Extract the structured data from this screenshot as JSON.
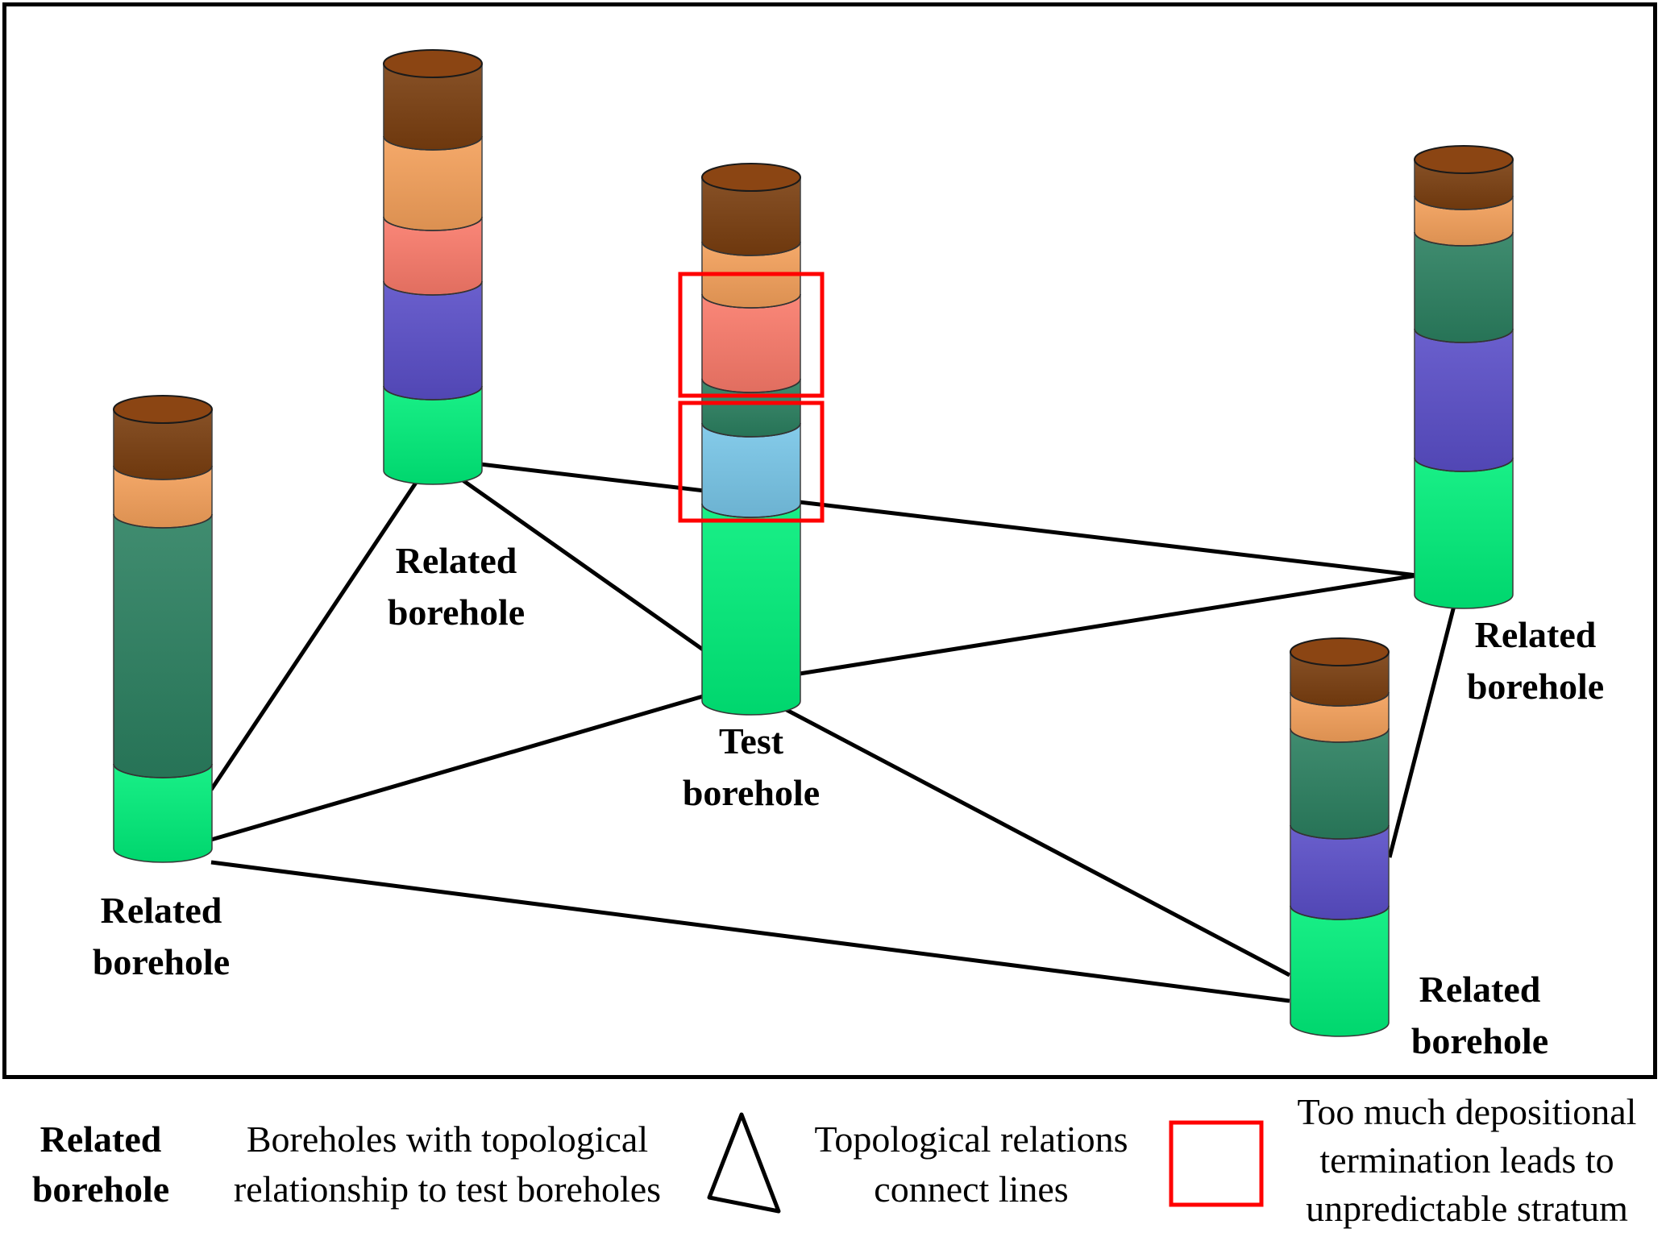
{
  "colors": {
    "topsoil": "#7a3e0f",
    "topsoil_top": "#8b4513",
    "sand": "#f4a05a",
    "clay": "#fa7a6a",
    "silt": "#2b8060",
    "limestone": "#5a4ec8",
    "gravel_blue": "#78c6e8",
    "bedrock": "#00ee7a",
    "highlight": "#ff0000",
    "line": "#000000"
  },
  "boreholes": [
    {
      "id": "related-top-left",
      "role": "related",
      "label": [
        "Related",
        "borehole"
      ],
      "layers": [
        {
          "stratum": "topsoil",
          "thickness": 90
        },
        {
          "stratum": "sand",
          "thickness": 100
        },
        {
          "stratum": "clay",
          "thickness": 80
        },
        {
          "stratum": "limestone",
          "thickness": 130
        },
        {
          "stratum": "bedrock",
          "thickness": 105
        }
      ]
    },
    {
      "id": "test",
      "role": "test",
      "label": [
        "Test",
        "borehole"
      ],
      "layers": [
        {
          "stratum": "topsoil",
          "thickness": 80
        },
        {
          "stratum": "sand",
          "thickness": 65
        },
        {
          "stratum": "clay",
          "thickness": 105
        },
        {
          "stratum": "silt",
          "thickness": 55
        },
        {
          "stratum": "gravel_blue",
          "thickness": 100
        },
        {
          "stratum": "bedrock",
          "thickness": 245
        }
      ],
      "highlighted_layers": [
        "clay",
        "gravel_blue"
      ]
    },
    {
      "id": "related-left",
      "role": "related",
      "label": [
        "Related",
        "borehole"
      ],
      "layers": [
        {
          "stratum": "topsoil",
          "thickness": 70
        },
        {
          "stratum": "sand",
          "thickness": 60
        },
        {
          "stratum": "silt",
          "thickness": 310
        },
        {
          "stratum": "bedrock",
          "thickness": 105
        }
      ]
    },
    {
      "id": "related-right",
      "role": "related",
      "label": [
        "Related",
        "borehole"
      ],
      "layers": [
        {
          "stratum": "topsoil",
          "thickness": 45
        },
        {
          "stratum": "sand",
          "thickness": 45
        },
        {
          "stratum": "silt",
          "thickness": 120
        },
        {
          "stratum": "limestone",
          "thickness": 160
        },
        {
          "stratum": "bedrock",
          "thickness": 170
        }
      ]
    },
    {
      "id": "related-bottom-right",
      "role": "related",
      "label": [
        "Related",
        "borehole"
      ],
      "layers": [
        {
          "stratum": "topsoil",
          "thickness": 50
        },
        {
          "stratum": "sand",
          "thickness": 45
        },
        {
          "stratum": "silt",
          "thickness": 120
        },
        {
          "stratum": "limestone",
          "thickness": 100
        },
        {
          "stratum": "bedrock",
          "thickness": 145
        }
      ]
    }
  ],
  "connections": [
    [
      "related-top-left",
      "related-left"
    ],
    [
      "related-top-left",
      "test"
    ],
    [
      "related-top-left",
      "related-right"
    ],
    [
      "test",
      "related-left"
    ],
    [
      "test",
      "related-right"
    ],
    [
      "test",
      "related-bottom-right"
    ],
    [
      "related-left",
      "related-bottom-right"
    ],
    [
      "related-right",
      "related-bottom-right"
    ]
  ],
  "legend": {
    "related_borehole": {
      "title": [
        "Related",
        "borehole"
      ],
      "description": [
        "Boreholes with topological",
        "relationship to test boreholes"
      ]
    },
    "topological_lines": {
      "icon": "triangle-icon",
      "description": [
        "Topological relations",
        "connect lines"
      ]
    },
    "depositional_termination": {
      "icon": "red-square-icon",
      "description": [
        "Too much depositional",
        "termination leads to",
        "unpredictable stratum"
      ]
    }
  }
}
